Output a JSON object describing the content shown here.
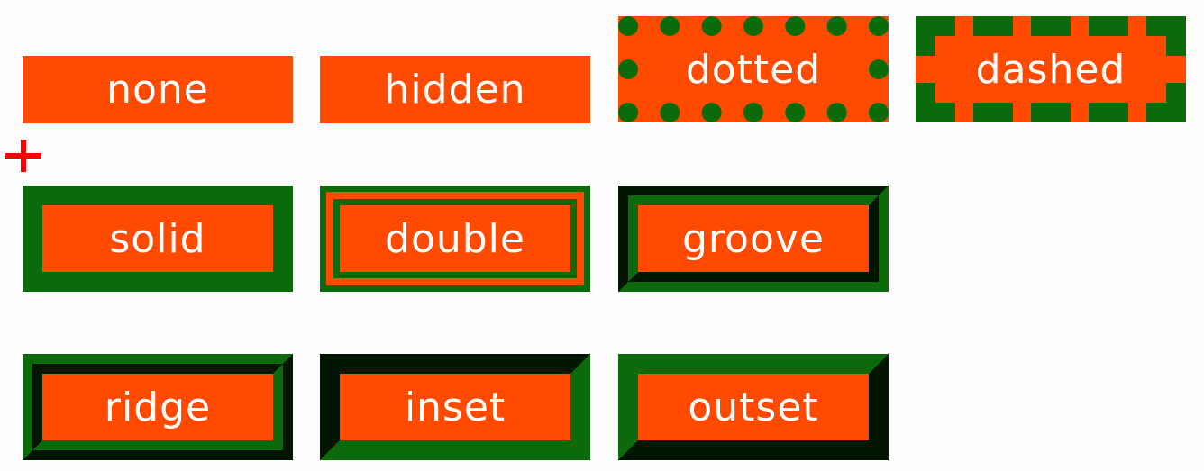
{
  "colors": {
    "box_fill": "#ff4a00",
    "border": "#0b6b0b",
    "text": "#ffffff",
    "background": "#fdfdfd",
    "cursor": "#ff0000"
  },
  "boxes": {
    "none": "none",
    "hidden": "hidden",
    "dotted": "dotted",
    "dashed": "dashed",
    "solid": "solid",
    "double": "double",
    "groove": "groove",
    "ridge": "ridge",
    "inset": "inset",
    "outset": "outset"
  },
  "icons": {
    "cursor": "crosshair-cursor-icon"
  }
}
